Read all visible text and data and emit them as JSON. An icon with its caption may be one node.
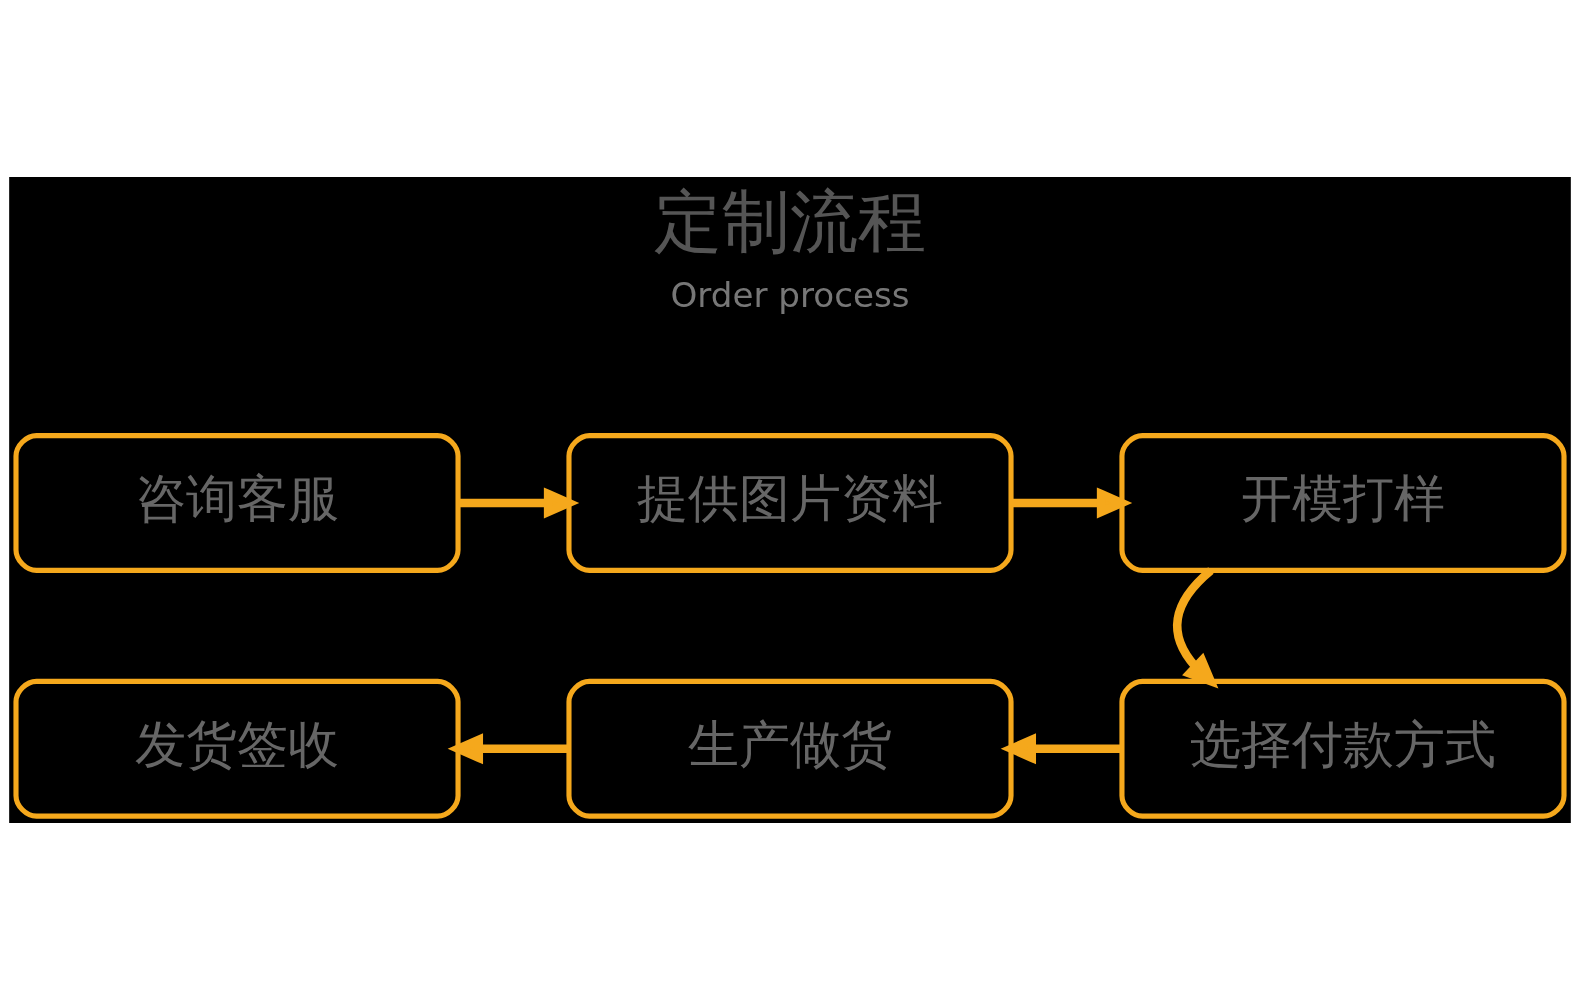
{
  "diagram": {
    "title": "定制流程",
    "nodes": [
      {
        "text": [
          "咨询客服"
        ]
      },
      {
        "text": [
          "提供图片资料"
        ]
      },
      {
        "text": [
          "开模打样"
        ]
      },
      {
        "text": [
          "选择付款方式"
        ]
      },
      {
        "text": [
          "生产做货"
        ]
      },
      {
        "text": [
          "发货签收"
        ]
      }
    ],
    "edges": [
      {
        "from": 0,
        "to": 1,
        "arrow": "to"
      },
      {
        "from": 1,
        "to": 2,
        "arrow": "to"
      },
      {
        "from": 2,
        "to": 3,
        "arrow": "to"
      },
      {
        "from": 3,
        "to": 4,
        "arrow": "to"
      },
      {
        "from": 4,
        "to": 5,
        "arrow": "to"
      }
    ],
    "labels": [
      "Order process"
    ]
  }
}
